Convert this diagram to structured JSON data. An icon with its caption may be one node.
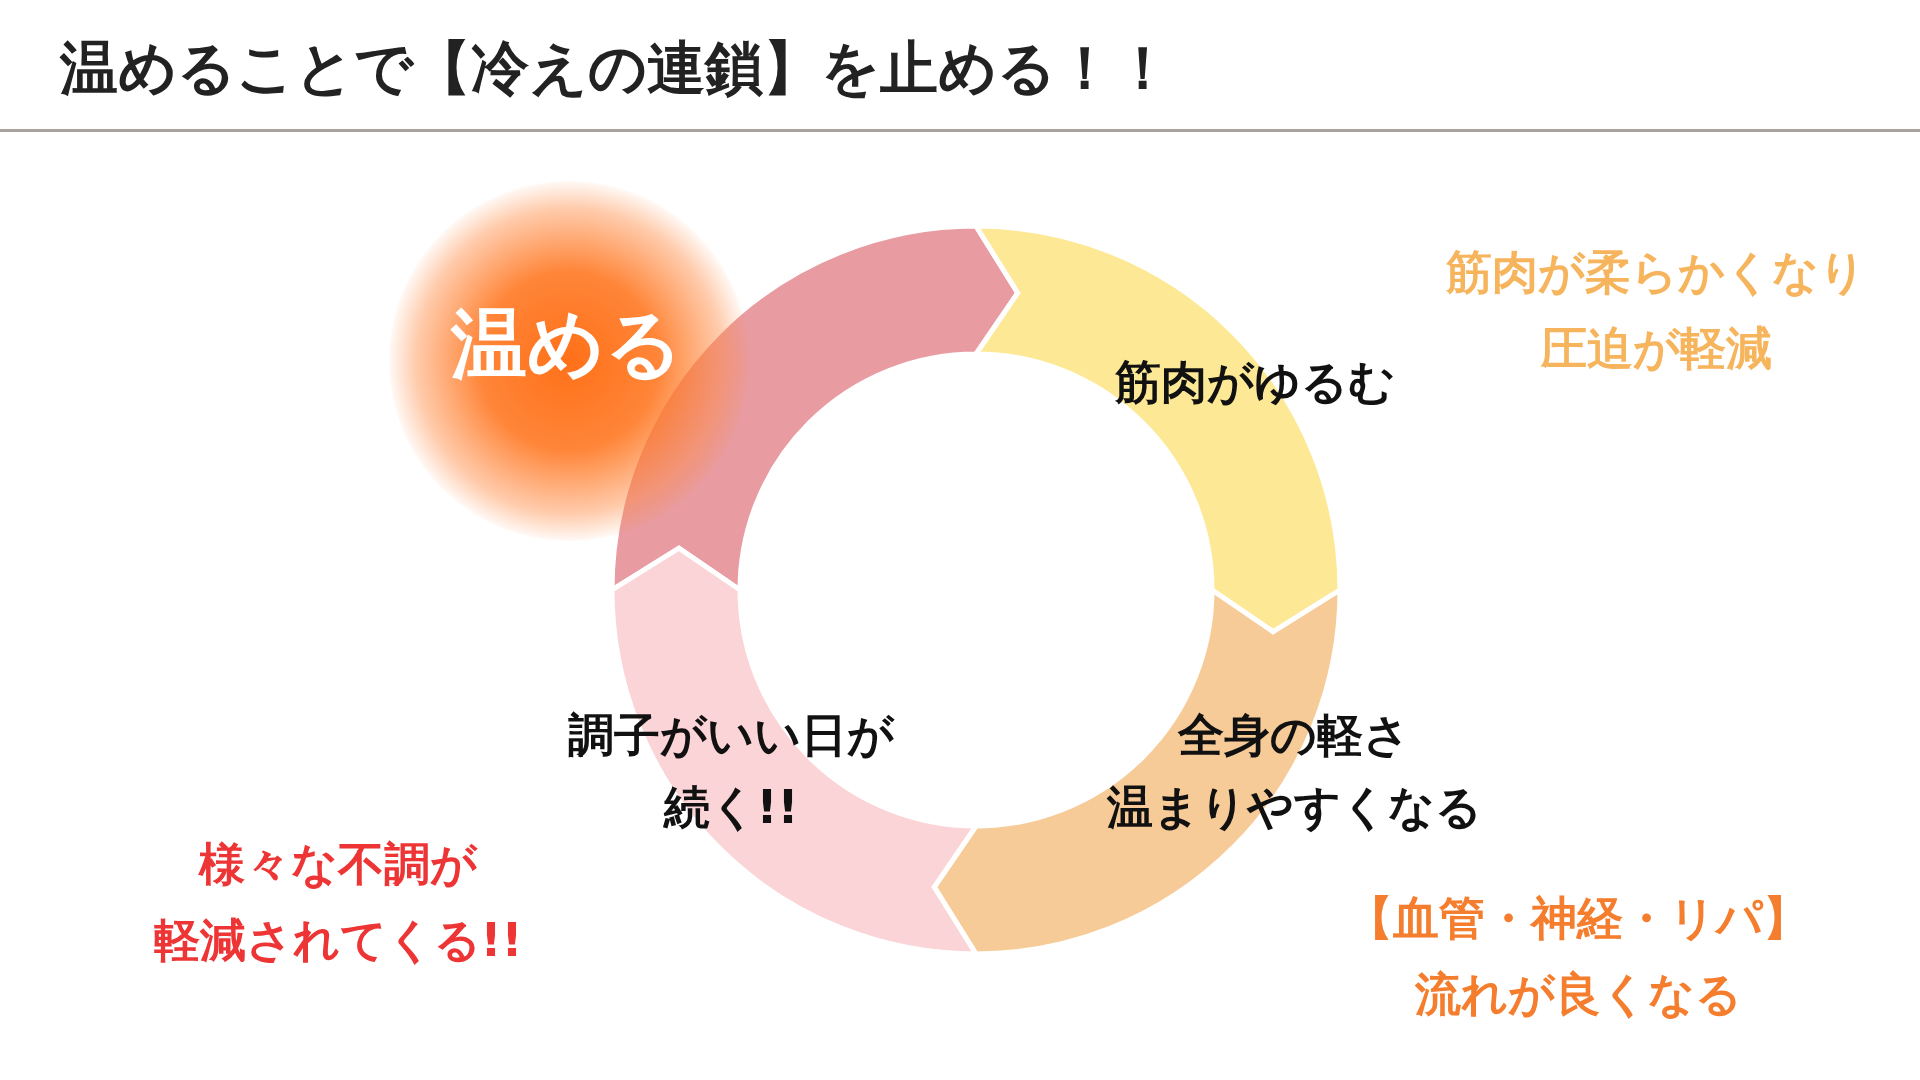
{
  "diagram": {
    "title": "温めることで【冷えの連鎖】を止める！！",
    "nodes": [
      {
        "text": [
          "温める"
        ]
      },
      {
        "text": [],
        "shape": "arrow"
      },
      {
        "text": [
          "筋肉がゆるむ"
        ],
        "beside": [
          "筋肉が柔らかくなり圧迫が軽減"
        ]
      },
      {
        "text": [
          "全身の軽さ温まりやすくなる"
        ],
        "beside": [
          "【血管・神経・リパ】流れが良くなる"
        ]
      },
      {
        "text": [
          "調子がいい日が続く!!"
        ],
        "beside": [
          "様々な不調が軽減されてくる!!"
        ]
      }
    ]
  }
}
